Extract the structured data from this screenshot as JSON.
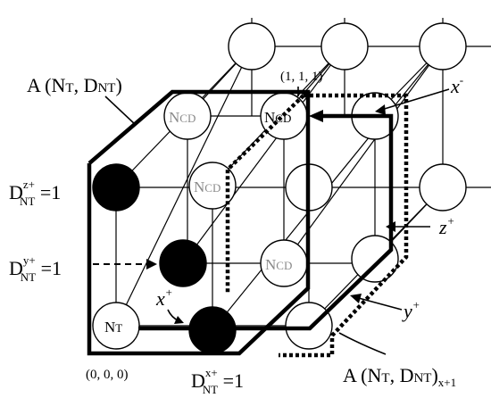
{
  "labels": {
    "region_a": "A (N",
    "region_a_sub1": "T",
    "region_a_mid": ", D",
    "region_a_sub2": "NT",
    "region_a_close": ")",
    "region_ax": "A (N",
    "region_ax_sub1": "T",
    "region_ax_mid": ", D",
    "region_ax_sub2": "NT",
    "region_ax_close": ")",
    "region_ax_subscript": "x+1",
    "coord_origin": "(0, 0, 0)",
    "coord_corner": "(1, 1, 1)",
    "dir_x_minus": "x",
    "dir_x_minus_sup": "-",
    "dir_x_plus": "x",
    "dir_x_plus_sup": "+",
    "dir_y_plus": "y",
    "dir_y_plus_sup": "+",
    "dir_z_plus": "z",
    "dir_z_plus_sup": "+",
    "d_z": "D",
    "d_z_sup": "z+",
    "d_z_sub": "NT",
    "d_z_val": " =1",
    "d_y": "D",
    "d_y_sup": "y+",
    "d_y_sub": "NT",
    "d_y_val": " =1",
    "d_x": "D",
    "d_x_sup": "x+",
    "d_x_sub": "NT",
    "d_x_val": " =1",
    "nt": "N",
    "nt_sub": "T",
    "ncd": "N",
    "ncd_sub": "CD"
  }
}
